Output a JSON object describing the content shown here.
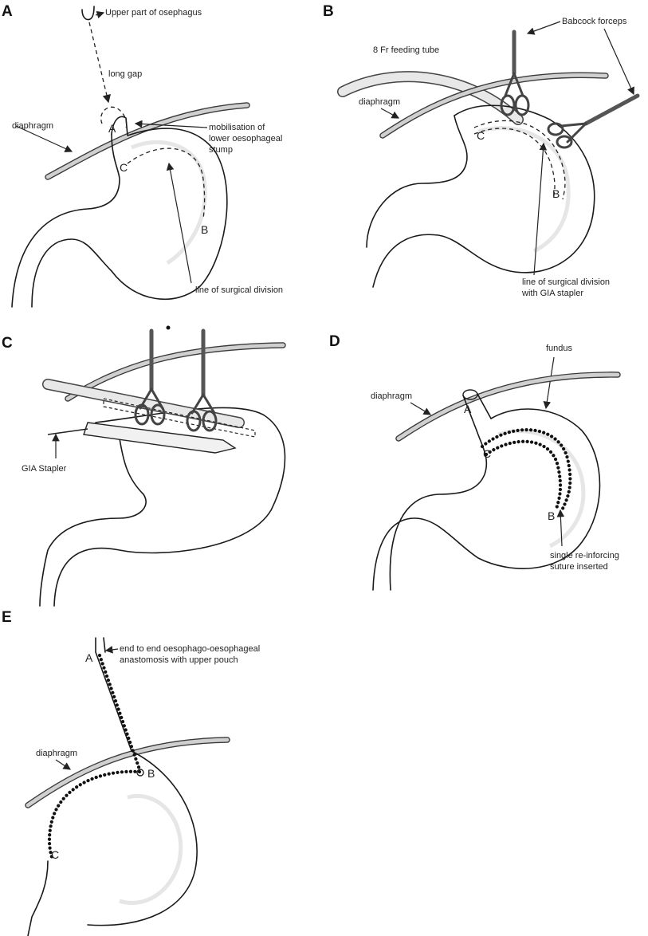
{
  "panels": {
    "A": {
      "letter": "A",
      "upper_oesophagus": "Upper part of osephagus",
      "long_gap": "long gap",
      "diaphragm": "diaphragm",
      "mobilisation_1": "mobilisation of",
      "mobilisation_2": "lower oesophageal",
      "mobilisation_3": "stump",
      "line_division": "line of surgical division",
      "point_a": "A",
      "point_b": "B",
      "point_c": "C"
    },
    "B": {
      "letter": "B",
      "babcock": "Babcock forceps",
      "feeding_tube": "8 Fr feeding tube",
      "diaphragm": "diaphragm",
      "line_division_1": "line of surgical division",
      "line_division_2": "with GIA stapler",
      "point_b": "B",
      "point_c": "C"
    },
    "C": {
      "letter": "C",
      "gia": "GIA Stapler"
    },
    "D": {
      "letter": "D",
      "fundus": "fundus",
      "diaphragm": "diaphragm",
      "suture_1": "single re-inforcing",
      "suture_2": "suture inserted",
      "point_a": "A",
      "point_b": "B",
      "point_c": "C"
    },
    "E": {
      "letter": "E",
      "anastomosis_1": "end to end oesophago-oesophageal",
      "anastomosis_2": "anastomosis with upper pouch",
      "diaphragm": "diaphragm",
      "point_a": "A",
      "point_b": "B",
      "point_c": "C"
    }
  }
}
